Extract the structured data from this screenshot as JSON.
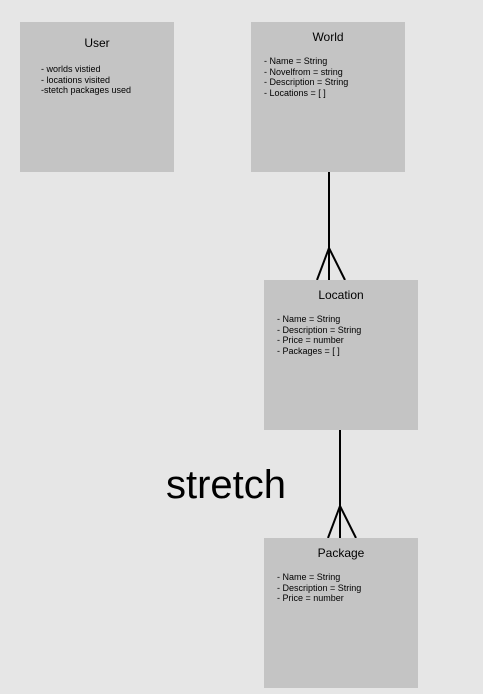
{
  "entities": {
    "user": {
      "title": "User",
      "fields": [
        "- worlds vistied",
        "- locations visited",
        "-stetch packages used"
      ]
    },
    "world": {
      "title": "World",
      "fields": [
        "- Name = String",
        "- Novelfrom = string",
        "- Description = String",
        "- Locations = [ ]"
      ]
    },
    "location": {
      "title": "Location",
      "fields": [
        "- Name = String",
        "- Description = String",
        "- Price = number",
        "- Packages = [ ]"
      ]
    },
    "package": {
      "title": "Package",
      "fields": [
        "- Name = String",
        "- Description = String",
        "- Price = number"
      ]
    }
  },
  "relationships": [
    {
      "from": "World",
      "to": "Location",
      "type": "one-to-many"
    },
    {
      "from": "Location",
      "to": "Package",
      "type": "one-to-many"
    }
  ],
  "annotation": {
    "text": "stretch"
  },
  "colors": {
    "background": "#e6e6e6",
    "entity_fill": "#c4c4c4",
    "line": "#000000"
  }
}
